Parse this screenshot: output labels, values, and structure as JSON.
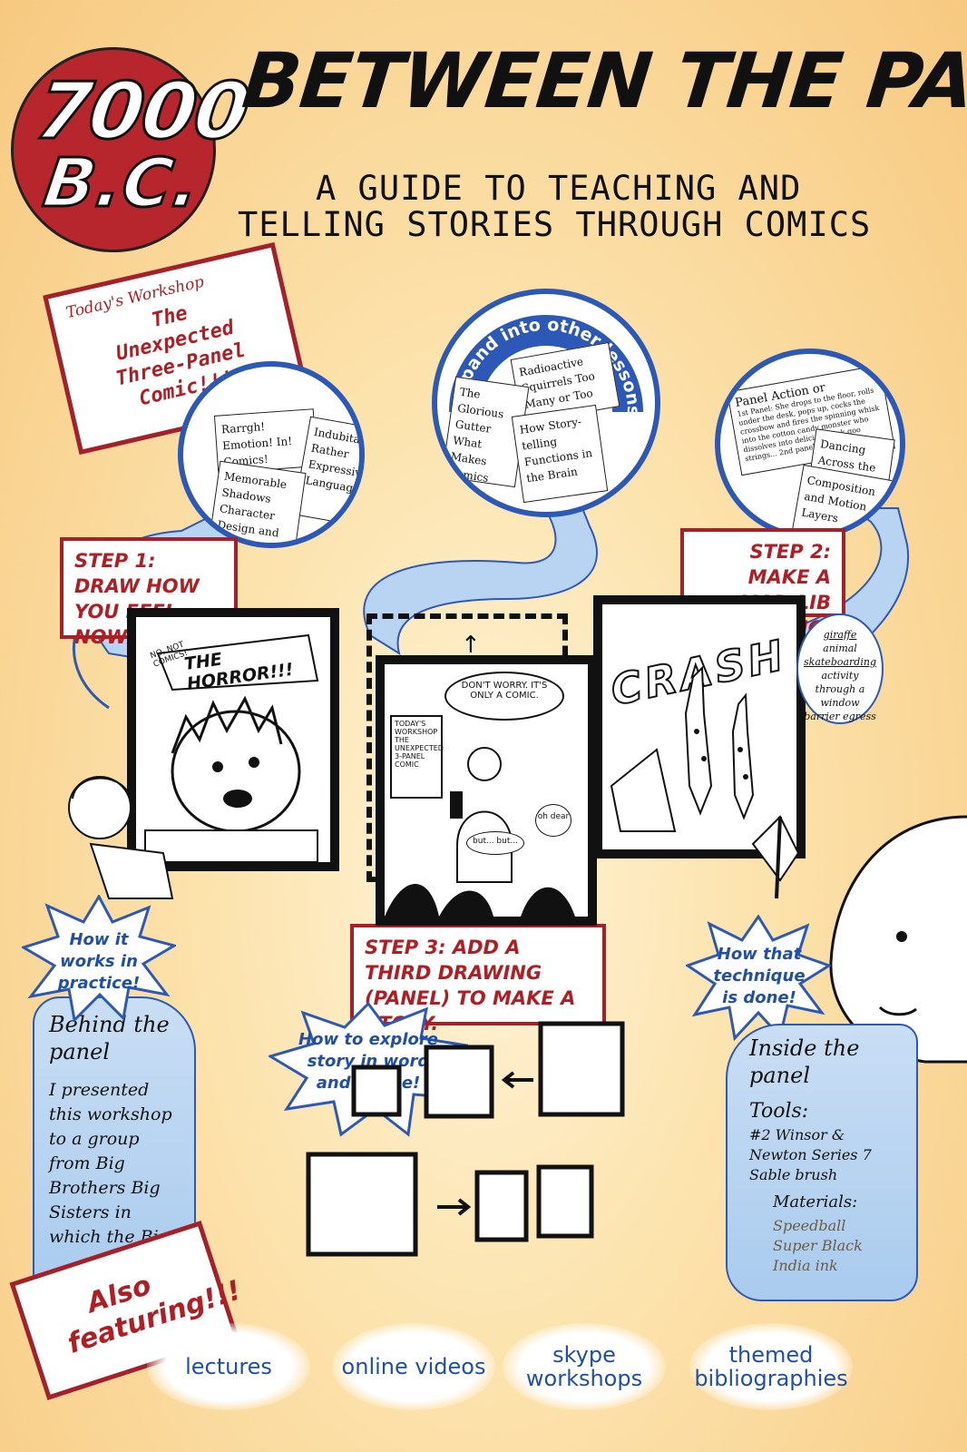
{
  "logo": {
    "line1": "7000",
    "line2": "B.C."
  },
  "title": "BETWEEN THE PANELS",
  "subtitle": {
    "line1": "A GUIDE TO TEACHING AND",
    "line2": "TELLING STORIES THROUGH COMICS"
  },
  "workshop_card": {
    "heading": "Today's Workshop",
    "line1": "The",
    "line2": "Unexpected",
    "line3": "Three-Panel",
    "line4": "Comic!!!"
  },
  "expand_label": "expand into other lessons",
  "left_bubble_notes": {
    "n1": "Rarrgh! Emotion! In! Comics!",
    "n2": "Indubitably Rather Expressive Language",
    "n3": "Memorable Shadows Character Design and Silhouette"
  },
  "middle_bubble_notes": {
    "n1": "Radioactive Squirrels Too Many or Too Few?",
    "n2": "The Glorious Gutter What Makes Comics Unique",
    "n3": "How Story-telling Functions in the Brain"
  },
  "right_bubble_notes": {
    "n1": "Panel Action or",
    "n2": "1st Panel: She drops to the floor, rolls under the desk, pops up, cocks the crossbow and fires the spinning whisk into the cotton candy monster who dissolves into delicious pink goo strings... 2nd panel...",
    "n3": "Dancing Across the Page",
    "n4": "Composition and Motion Layers"
  },
  "steps": {
    "step1": "STEP 1: DRAW HOW YOU FEEL NOW.",
    "step2": "STEP 2: MAKE A MAD-LIB DRAWING.",
    "step3": "STEP 3: ADD A THIRD DRAWING (PANEL) TO MAKE A STORY."
  },
  "panel1": {
    "small": "NO, NOT COMICS!",
    "big": "THE HORROR!!!"
  },
  "panel2": {
    "speech": "DON'T WORRY. IT'S ONLY A COMIC.",
    "board": "TODAY'S WORKSHOP THE UNEXPECTED 3-PANEL COMIC",
    "reply1": "but... but...",
    "reply2": "oh dear"
  },
  "panel3": {
    "sfx": "CRASH"
  },
  "madlib_list": {
    "w1": "giraffe",
    "w2": "animal",
    "w3": "skateboarding",
    "w4": "activity",
    "w5": "through a window",
    "w6": "barrier egress"
  },
  "bursts": {
    "practice": "How it works in practice!",
    "technique": "How that technique is done!",
    "explore": "How to explore story in word and image!"
  },
  "behind_panel": {
    "heading": "Behind the panel",
    "body": "I presented this workshop to a group from Big Brothers Big Sisters in which the Bigs"
  },
  "inside_panel": {
    "heading": "Inside the panel",
    "tools_label": "Tools:",
    "tools": "#2 Winsor & Newton Series 7 Sable brush",
    "materials_label": "Materials:",
    "materials": "Speedball Super Black India ink"
  },
  "also": "Also featuring!!!",
  "features": [
    "lectures",
    "online videos",
    "skype workshops",
    "themed bibliographies"
  ]
}
